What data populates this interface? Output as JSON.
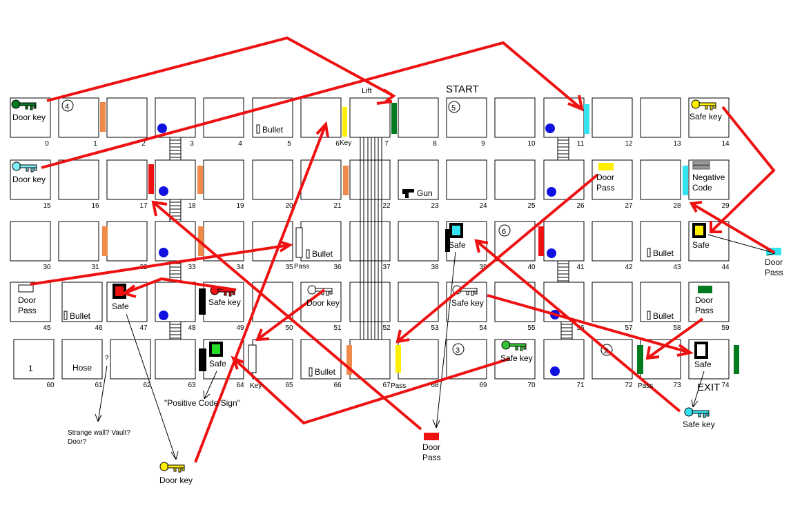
{
  "header": {
    "start": "START",
    "lift": "Lift",
    "exit": "EXIT"
  },
  "rooms": [
    "0",
    "1",
    "2",
    "3",
    "4",
    "5",
    "6",
    "7",
    "8",
    "9",
    "10",
    "11",
    "12",
    "13",
    "14",
    "15",
    "16",
    "17",
    "18",
    "19",
    "20",
    "21",
    "22",
    "23",
    "24",
    "25",
    "26",
    "27",
    "28",
    "29",
    "30",
    "31",
    "32",
    "33",
    "34",
    "35",
    "36",
    "37",
    "38",
    "39",
    "40",
    "41",
    "42",
    "43",
    "44",
    "45",
    "46",
    "47",
    "48",
    "49",
    "50",
    "51",
    "52",
    "53",
    "54",
    "55",
    "56",
    "57",
    "58",
    "59",
    "60",
    "61",
    "62",
    "63",
    "64",
    "65",
    "66",
    "67",
    "68",
    "69",
    "70",
    "71",
    "72",
    "73",
    "74"
  ],
  "room_labels": {
    "door_key_0": "Door key",
    "bullet_5": "Bullet",
    "safe_key_14": "Safe key",
    "door_key_15": "Door key",
    "gun_23": "Gun",
    "door_27": "Door",
    "pass_27": "Pass",
    "negative_29": "Negative",
    "code_29": "Code",
    "bullet_36": "Bullet",
    "safe_39": "Safe",
    "bullet_43": "Bullet",
    "safe_44": "Safe",
    "door_45": "Door",
    "pass_45": "Pass",
    "bullet_46": "Bullet",
    "safe_47": "Safe",
    "safe_key_49": "Safe key",
    "door_key_51": "Door key",
    "safe_key_54": "Safe key",
    "bullet_58": "Bullet",
    "door_59": "Door",
    "pass_59": "Pass",
    "one_60": "1",
    "hose_61": "Hose",
    "q_61": "?",
    "safe_64": "Safe",
    "bullet_66": "Bullet",
    "safe_key_70": "Safe key",
    "safe_74": "Safe"
  },
  "circled_numbers": {
    "c1": "4",
    "c9": "5",
    "c40": "6",
    "c69": "3",
    "c72": "2"
  },
  "door_labels": {
    "key_6": "Key",
    "pass_35": "Pass",
    "key_64": "Key",
    "pass_67": "Pass",
    "pass_72": "Pass"
  },
  "annotations": {
    "door_pass_right_1": "Door",
    "door_pass_right_2": "Pass",
    "door_pass_bottom_1": "Door",
    "door_pass_bottom_2": "Pass",
    "door_key_bottom": "Door key",
    "safe_key_bottom": "Safe key",
    "positive_code": "\"Positive Code Sign\"",
    "strange_1": "Strange wall? Vault?",
    "strange_2": "Door?"
  },
  "colors": {
    "arrow": "#ee1111",
    "door_orange": "#f08a4b",
    "door_red": "#ee1111",
    "door_yellow": "#ffee00",
    "door_green": "#007a1e",
    "door_cyan": "#33e3f0",
    "door_black": "#000000",
    "player_blue": "#1010e0"
  }
}
